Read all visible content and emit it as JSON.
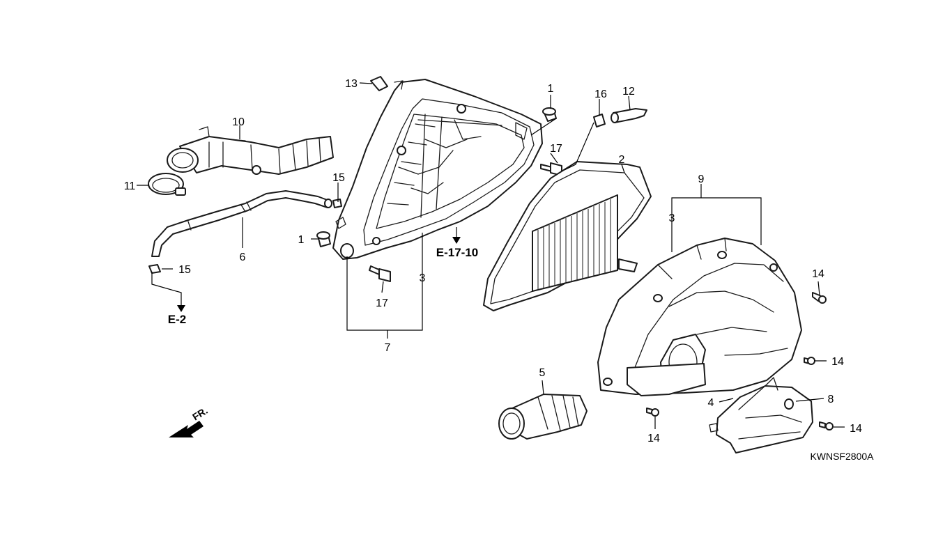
{
  "diagram": {
    "code": "KWNSF2800A",
    "front_label": "FR.",
    "refs": {
      "e17_10": "E-17-10",
      "e2": "E-2"
    },
    "callouts": {
      "c1a": "1",
      "c1b": "1",
      "c2": "2",
      "c3a": "3",
      "c3b": "3",
      "c4": "4",
      "c5": "5",
      "c6": "6",
      "c7": "7",
      "c8": "8",
      "c9": "9",
      "c10": "10",
      "c11": "11",
      "c12": "12",
      "c13": "13",
      "c14a": "14",
      "c14b": "14",
      "c14c": "14",
      "c14d": "14",
      "c15a": "15",
      "c15b": "15",
      "c16": "16",
      "c17a": "17",
      "c17b": "17"
    }
  }
}
